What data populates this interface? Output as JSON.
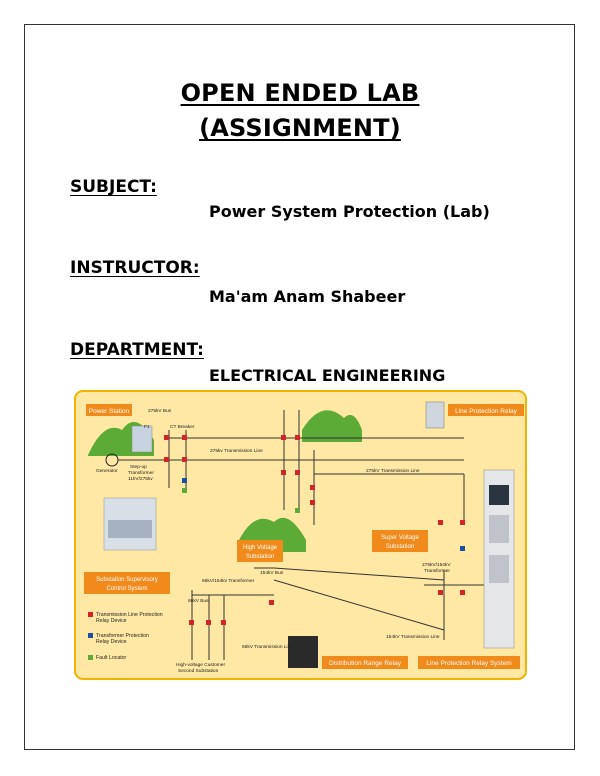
{
  "document": {
    "title_line1": "OPEN ENDED LAB",
    "title_line2": "(ASSIGNMENT)",
    "subject_label": "SUBJECT:",
    "subject_value": "Power System Protection (Lab)",
    "instructor_label": "INSTRUCTOR:",
    "instructor_value": "Ma'am Anam Shabeer",
    "department_label": "DEPARTMENT:",
    "department_value": "ELECTRICAL ENGINEERING"
  },
  "diagram": {
    "power_station": "Power Station",
    "line_protection_relay": "Line Protection Relay",
    "bus_275": "275kV Bus",
    "f1": "F1",
    "ct_breaker": "CT Breaker",
    "tl_275_top": "275kv Transmission Line",
    "tl_275_mid": "275kV Transmission Line",
    "generator": "Generator",
    "stepup_1": "Step-up",
    "stepup_2": "Transformer",
    "stepup_3": "11kV/275kv",
    "high_voltage_1": "High Voltage",
    "high_voltage_2": "Substation",
    "super_voltage_1": "Super Voltage",
    "super_voltage_2": "Substation",
    "tx_275_154_1": "275kV/154kV",
    "tx_275_154_2": "Transformer",
    "bus_154": "154kV Bus",
    "tx_66_154": "66kV/154kv Transformer",
    "bus_66": "66kV Bus",
    "supervisory_1": "Substation Supervisory",
    "supervisory_2": "Control System",
    "legend_red_1": "Transmission Line Protection",
    "legend_red_2": "Relay Device",
    "legend_blue_1": "Transformer Protection",
    "legend_blue_2": "Relay Device",
    "legend_green": "Fault Locator",
    "tl_154": "154kV Transmission Line",
    "tl_66": "66kV Transmission Line",
    "customer_1": "High-voltage Customer",
    "customer_2": "Second Substation",
    "distribution_relay": "Distribution Range Relay",
    "line_protection_system": "Line Protection Relay System",
    "colors": {
      "background": "#ffe8a3",
      "frame": "#f0b400",
      "label_box": "#f08a1a",
      "relay_red": "#d3242a",
      "relay_blue": "#1b4fa6",
      "relay_green": "#5cab36"
    }
  }
}
